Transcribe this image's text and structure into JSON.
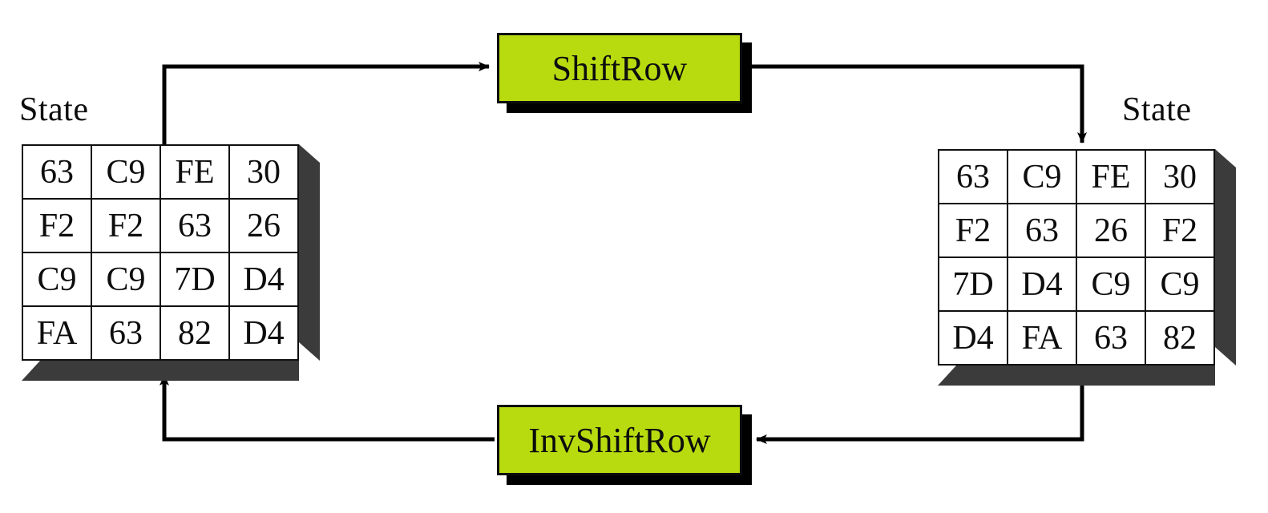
{
  "diagram": {
    "title": "AES ShiftRow / InvShiftRow state transformation",
    "background": "#ffffff",
    "colors": {
      "op_fill": "#b8db10",
      "op_border": "#0d0d0d",
      "highlight_yellow": "#ffef00",
      "highlight_orange": "#f6b400",
      "highlight_grey": "#bebebe",
      "cell_white": "#ffffff",
      "three_d_face": "#3b3b3b",
      "wire": "#000000"
    }
  },
  "left_state": {
    "caption": "State",
    "rows": [
      [
        {
          "value": "63",
          "fill": "white"
        },
        {
          "value": "C9",
          "fill": "white"
        },
        {
          "value": "FE",
          "fill": "white"
        },
        {
          "value": "30",
          "fill": "white"
        }
      ],
      [
        {
          "value": "F2",
          "fill": "yellow"
        },
        {
          "value": "F2",
          "fill": "white"
        },
        {
          "value": "63",
          "fill": "white"
        },
        {
          "value": "26",
          "fill": "white"
        }
      ],
      [
        {
          "value": "C9",
          "fill": "orange"
        },
        {
          "value": "C9",
          "fill": "orange"
        },
        {
          "value": "7D",
          "fill": "white"
        },
        {
          "value": "D4",
          "fill": "white"
        }
      ],
      [
        {
          "value": "FA",
          "fill": "grey"
        },
        {
          "value": "63",
          "fill": "grey"
        },
        {
          "value": "82",
          "fill": "grey"
        },
        {
          "value": "D4",
          "fill": "white"
        }
      ]
    ]
  },
  "right_state": {
    "caption": "State",
    "rows": [
      [
        {
          "value": "63",
          "fill": "white"
        },
        {
          "value": "C9",
          "fill": "white"
        },
        {
          "value": "FE",
          "fill": "white"
        },
        {
          "value": "30",
          "fill": "white"
        }
      ],
      [
        {
          "value": "F2",
          "fill": "white"
        },
        {
          "value": "63",
          "fill": "white"
        },
        {
          "value": "26",
          "fill": "white"
        },
        {
          "value": "F2",
          "fill": "yellow"
        }
      ],
      [
        {
          "value": "7D",
          "fill": "white"
        },
        {
          "value": "D4",
          "fill": "white"
        },
        {
          "value": "C9",
          "fill": "orange"
        },
        {
          "value": "C9",
          "fill": "orange"
        }
      ],
      [
        {
          "value": "D4",
          "fill": "white"
        },
        {
          "value": "FA",
          "fill": "grey"
        },
        {
          "value": "63",
          "fill": "grey"
        },
        {
          "value": "82",
          "fill": "grey"
        }
      ]
    ]
  },
  "operations": {
    "forward": {
      "label": "ShiftRow"
    },
    "inverse": {
      "label": "InvShiftRow"
    }
  },
  "connectors": [
    {
      "name": "left-state-to-shiftrow",
      "direction": "right"
    },
    {
      "name": "shiftrow-to-right-state",
      "direction": "down"
    },
    {
      "name": "right-state-to-invshiftrow",
      "direction": "left"
    },
    {
      "name": "invshiftrow-to-left-state",
      "direction": "up"
    }
  ]
}
